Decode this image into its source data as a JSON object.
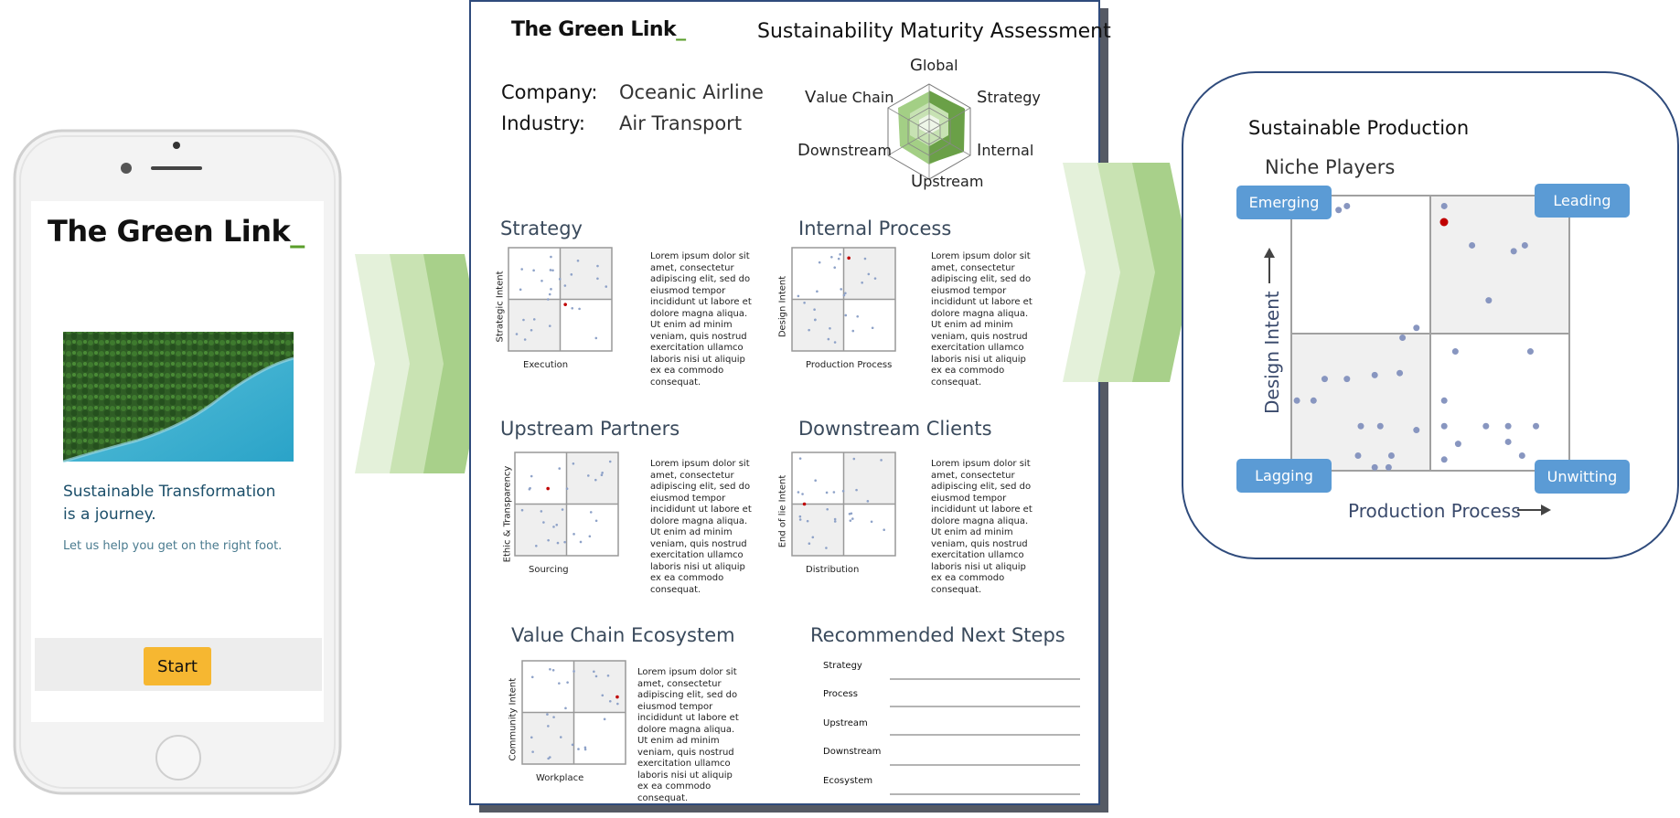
{
  "colors": {
    "accent_green": "#5a9e2a",
    "button_yellow": "#f6b731",
    "tag_blue": "#5b9bd5",
    "panel_border": "#2f4b7c",
    "dot_blue": "#8ea2c8",
    "dot_red": "#c00000"
  },
  "phone": {
    "brand": "The Green Link",
    "brand_suffix": "_",
    "headline_line1": "Sustainable Transformation",
    "headline_line2": "is a journey.",
    "subtext": "Let us help you get on the right foot.",
    "start_label": "Start",
    "image_icon": "forest-lake-aerial-image"
  },
  "report": {
    "brand": "The Green Link",
    "brand_suffix": "_",
    "title": "Sustainability Maturity Assessment",
    "company_label": "Company:",
    "company_value": "Oceanic Airline",
    "industry_label": "Industry:",
    "industry_value": "Air Transport",
    "radar": {
      "axes": [
        {
          "initial": "G",
          "rest": "lobal"
        },
        {
          "initial": "S",
          "rest": "trategy"
        },
        {
          "initial": "I",
          "rest": "nternal"
        },
        {
          "initial": "U",
          "rest": "pstream"
        },
        {
          "initial": "D",
          "rest": "ownstream"
        },
        {
          "initial": "V",
          "rest": "alue Chain"
        }
      ]
    },
    "sections": {
      "strategy": {
        "title": "Strategy",
        "xlabel": "Execution",
        "ylabel": "Strategic Intent"
      },
      "internal": {
        "title": "Internal Process",
        "xlabel": "Production  Process",
        "ylabel": "Design Intent"
      },
      "upstream": {
        "title": "Upstream Partners",
        "xlabel": "Sourcing",
        "ylabel": "Ethic & Transparency"
      },
      "downstream": {
        "title": "Downstream Clients",
        "xlabel": "Distribution",
        "ylabel": "End of lie Intent"
      },
      "ecosystem": {
        "title": "Value Chain Ecosystem",
        "xlabel": "Workplace",
        "ylabel": "Community Intent"
      }
    },
    "lorem": "Lorem ipsum dolor sit amet, consectetur adipiscing elit, sed do eiusmod tempor incididunt ut labore et dolore magna aliqua. Ut enim ad minim veniam, quis nostrud exercitation ullamco laboris nisi ut aliquip ex ea commodo consequat.",
    "next_steps": {
      "title": "Recommended Next Steps",
      "items": [
        "Strategy",
        "Process",
        "Upstream",
        "Downstream",
        "Ecosystem"
      ]
    }
  },
  "matrix": {
    "title": "Sustainable Production",
    "subtitle": "Niche Players",
    "y_axis": "Design Intent",
    "x_axis": "Production Process",
    "quadrants": [
      "Emerging",
      "Leading",
      "Lagging",
      "Unwitting"
    ]
  }
}
